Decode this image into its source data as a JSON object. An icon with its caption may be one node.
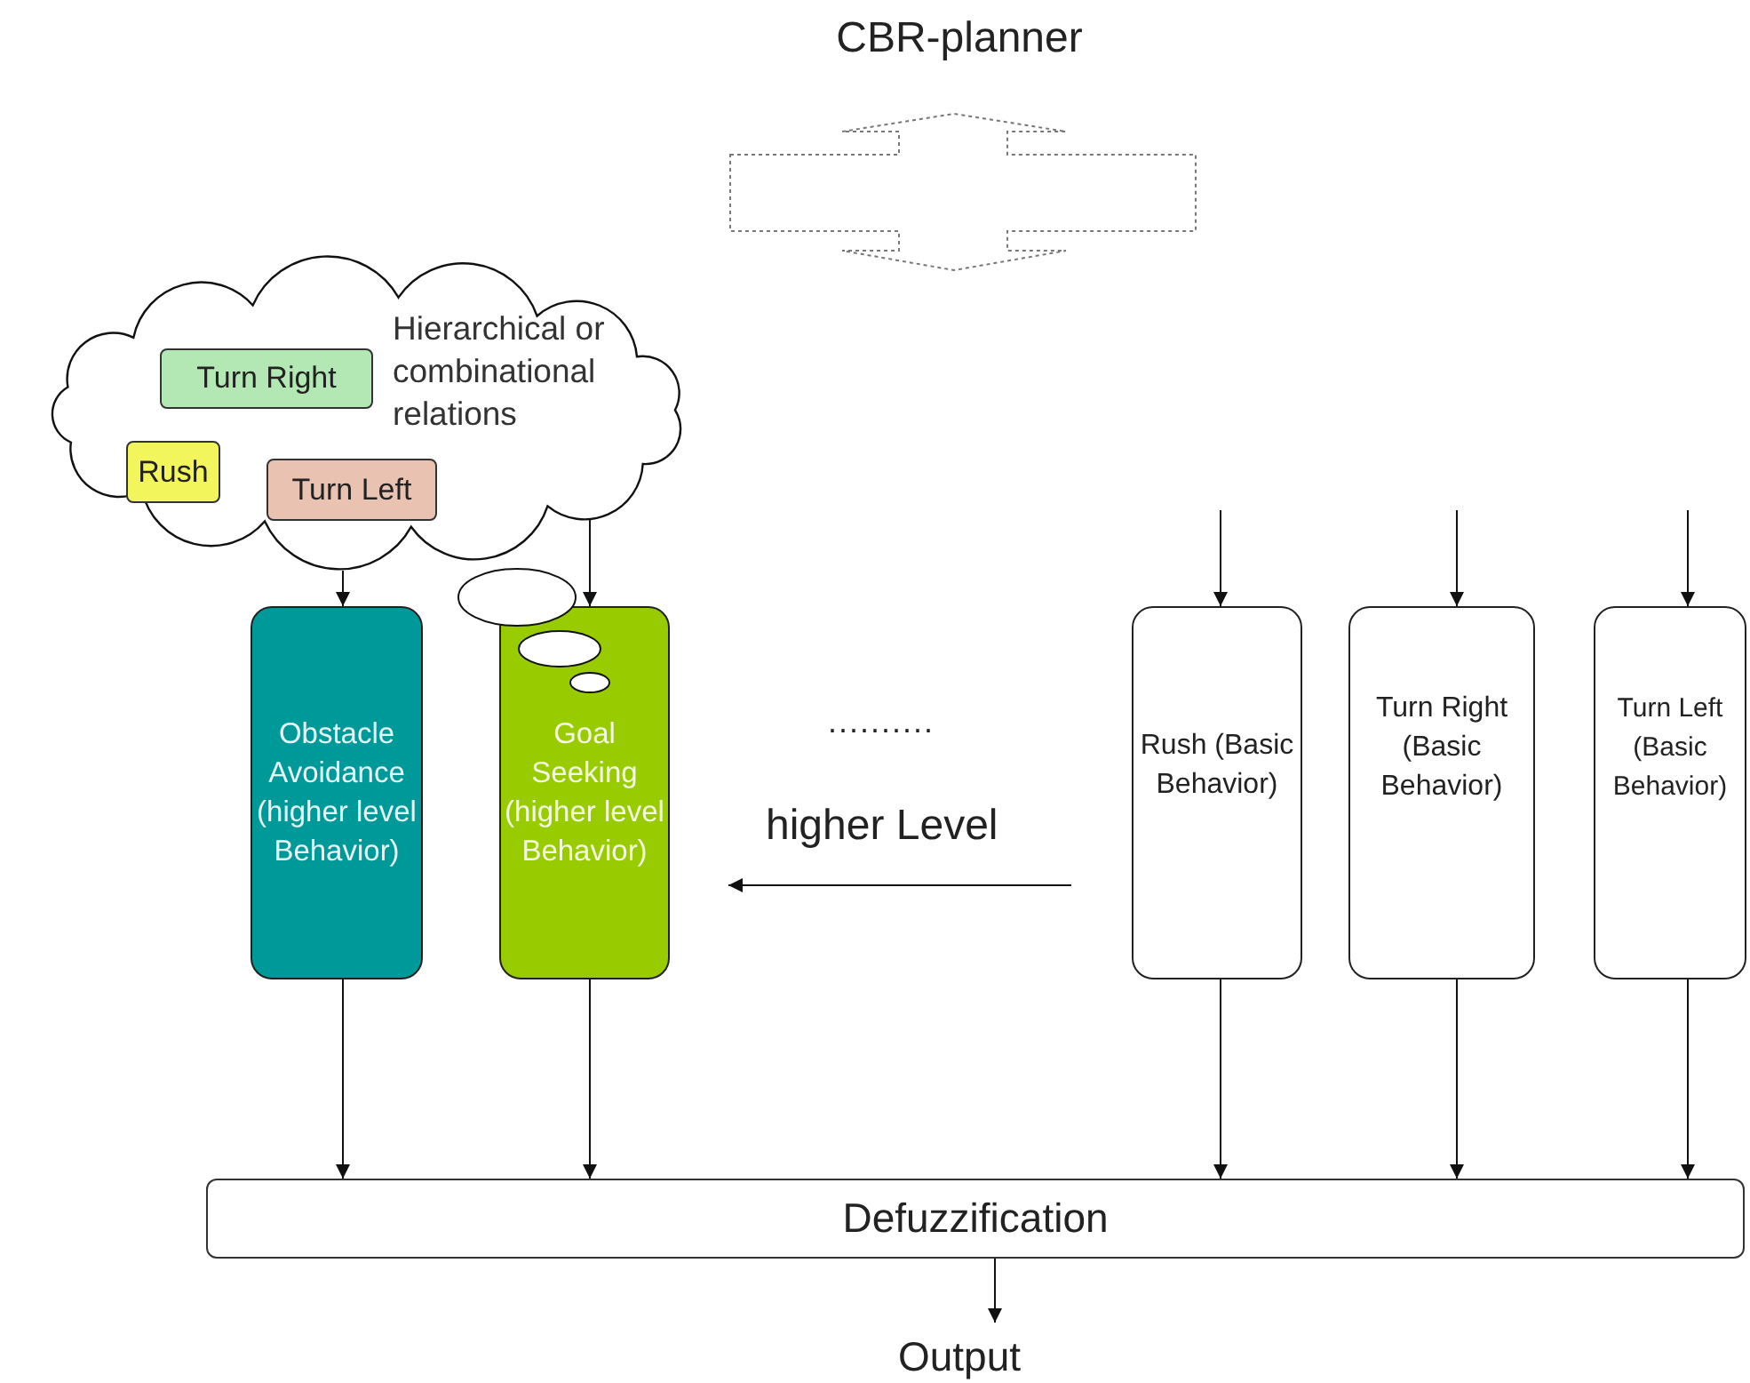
{
  "diagram": {
    "nodes": [
      {
        "text": [
          "CBR-planner"
        ]
      },
      {
        "text": [
          "Hierarchical or combinational relations"
        ]
      },
      {
        "text": [
          "Turn Right"
        ],
        "in": 1
      },
      {
        "text": [
          "Rush"
        ],
        "in": 1
      },
      {
        "text": [
          "Turn Left"
        ],
        "in": 1
      },
      {
        "text": [
          "Obstacle Avoidance (higher level Behavior)"
        ]
      },
      {
        "text": [
          "Goal Seeking (higher level Behavior)"
        ]
      },
      {
        "text": [
          "Rush (Basic Behavior)"
        ]
      },
      {
        "text": [
          "Turn Right (Basic Behavior)"
        ]
      },
      {
        "text": [
          "Turn Left (Basic Behavior)"
        ]
      },
      {
        "text": [
          "Defuzzification"
        ]
      },
      {
        "text": [
          "Output"
        ]
      }
    ],
    "edges": [
      {
        "from": 0,
        "to": null,
        "arrow": "both",
        "style": "dashed"
      },
      {
        "from": 1,
        "to": 5,
        "arrow": "to"
      },
      {
        "from": 1,
        "to": 6,
        "arrow": "to"
      },
      {
        "from": null,
        "to": 7,
        "arrow": "to"
      },
      {
        "from": null,
        "to": 8,
        "arrow": "to"
      },
      {
        "from": null,
        "to": 9,
        "arrow": "to"
      },
      {
        "from": 5,
        "to": 10,
        "arrow": "to"
      },
      {
        "from": 6,
        "to": 10,
        "arrow": "to"
      },
      {
        "from": 7,
        "to": 10,
        "arrow": "to"
      },
      {
        "from": 8,
        "to": 10,
        "arrow": "to"
      },
      {
        "from": 9,
        "to": 10,
        "arrow": "to"
      },
      {
        "from": 10,
        "to": 11,
        "arrow": "to"
      }
    ],
    "labels": [
      "..........",
      "higher Level"
    ]
  }
}
